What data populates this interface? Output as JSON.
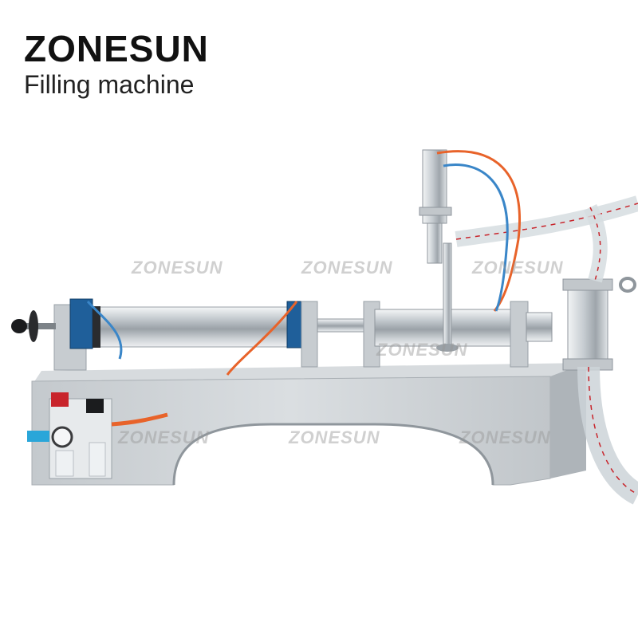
{
  "header": {
    "brand": "ZONESUN",
    "subtitle": "Filling machine"
  },
  "watermarks": [
    "ZONESUN",
    "ZONESUN",
    "ZONESUN",
    "ZONESUN",
    "ZONESUN",
    "ZONESUN",
    "ZONESUN"
  ],
  "colors": {
    "background": "#ffffff",
    "steel": "#c9ced3",
    "steel_dark": "#8f969c",
    "air_tube_orange": "#e8632a",
    "air_tube_blue": "#3a86c8",
    "cylinder_endcap_blue": "#1f5f9a",
    "fitting_blue": "#2aa6d9",
    "valve_red": "#c8242b"
  }
}
